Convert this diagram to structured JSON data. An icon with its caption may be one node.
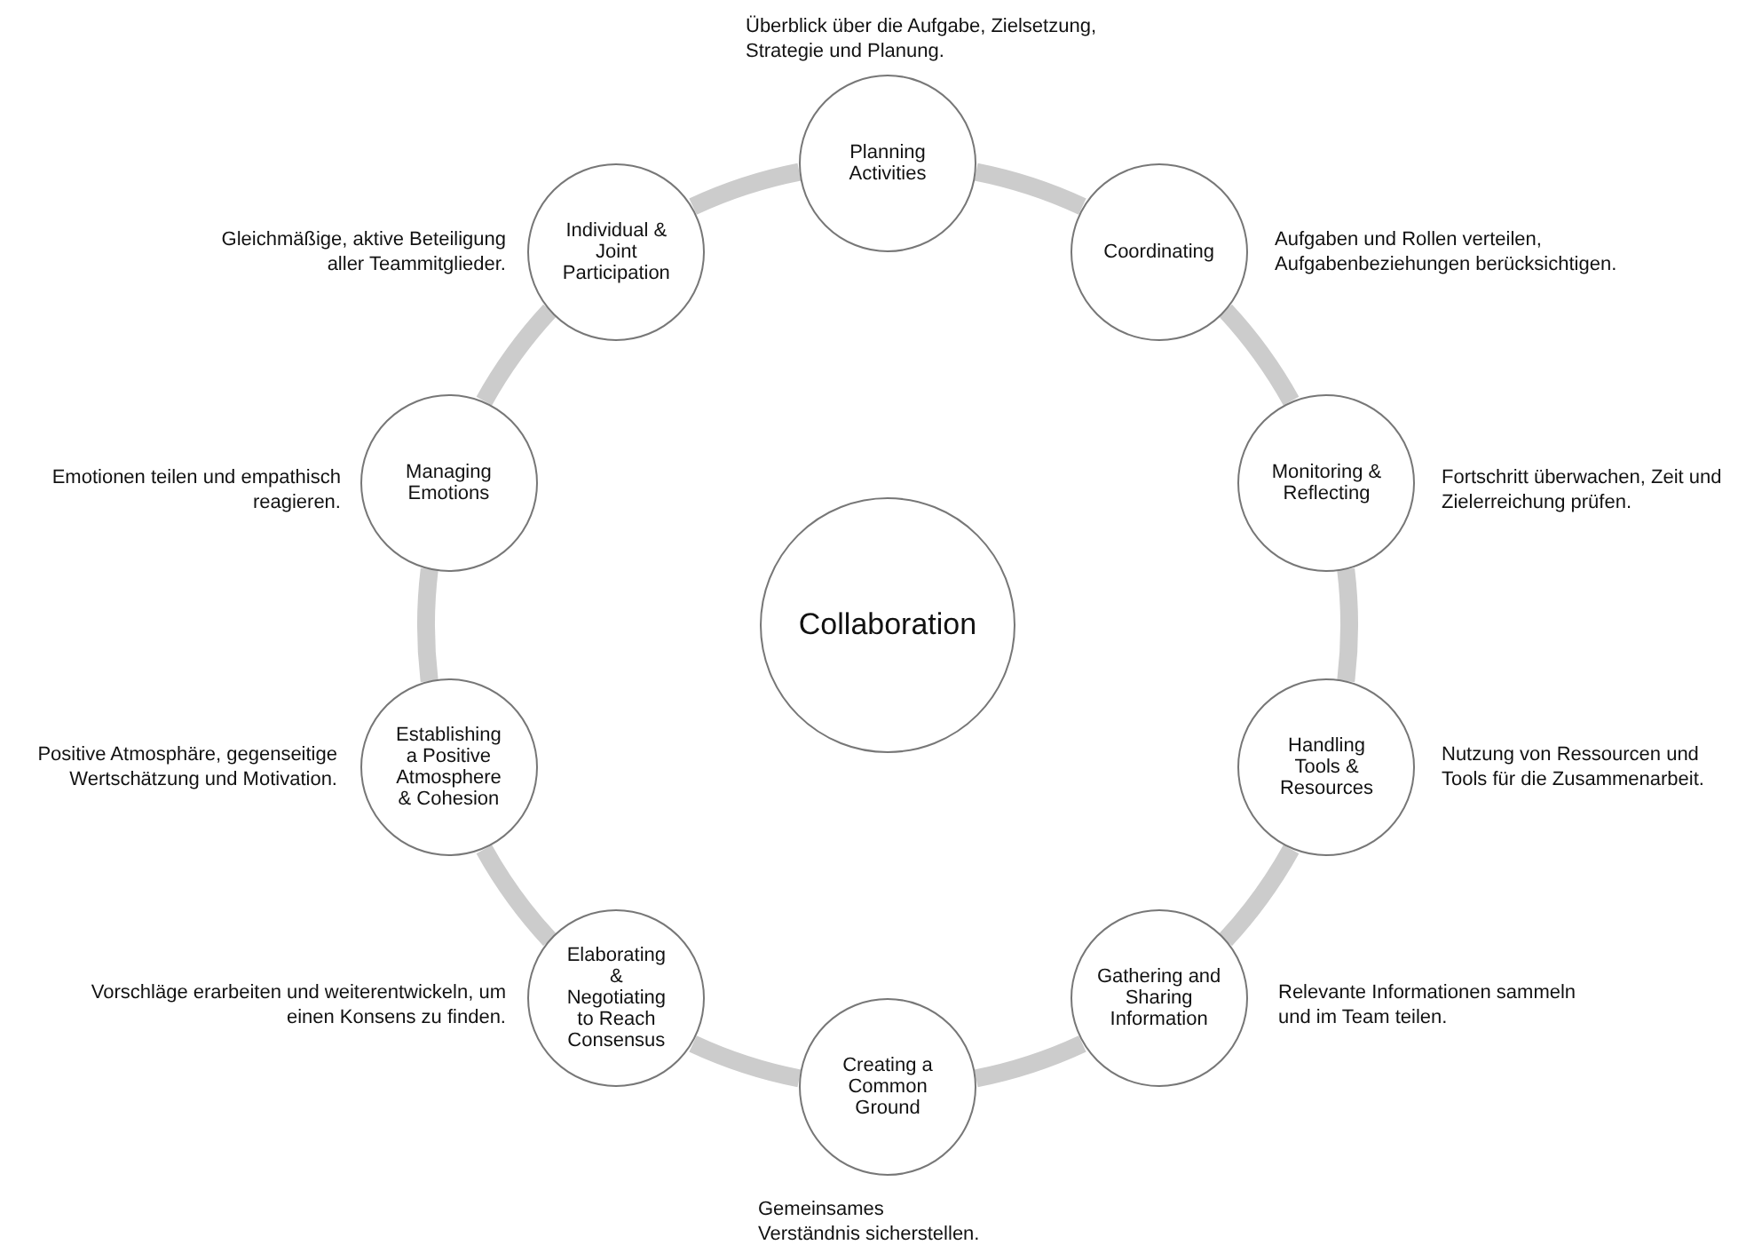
{
  "diagram": {
    "nodes": [
      {
        "text": [
          "Collaboration"
        ]
      },
      {
        "text": [
          "Planning Activities"
        ],
        "beside": [
          "Überblick über die Aufgabe, Zielsetzung, Strategie und Planung."
        ]
      },
      {
        "text": [
          "Coordinating"
        ],
        "beside": [
          "Aufgaben und Rollen verteilen, Aufgabenbeziehungen berücksichtigen."
        ]
      },
      {
        "text": [
          "Monitoring & Reflecting"
        ],
        "beside": [
          "Fortschritt überwachen, Zeit und Zielerreichung prüfen."
        ]
      },
      {
        "text": [
          "Handling Tools & Resources"
        ],
        "beside": [
          "Nutzung von Ressourcen und Tools für die Zusammenarbeit."
        ]
      },
      {
        "text": [
          "Gathering and Sharing Information"
        ],
        "beside": [
          "Relevante Informationen sammeln und im Team teilen."
        ]
      },
      {
        "text": [
          "Creating a Common Ground"
        ],
        "beside": [
          "Gemeinsames Verständnis sicherstellen."
        ]
      },
      {
        "text": [
          "Elaborating & Negotiating to Reach Consensus"
        ],
        "beside": [
          "Vorschläge erarbeiten und weiterentwickeln, um einen Konsens zu finden."
        ]
      },
      {
        "text": [
          "Establishing a Positive Atmosphere & Cohesion"
        ],
        "beside": [
          "Positive Atmosphäre, gegenseitige Wertschätzung und Motivation."
        ]
      },
      {
        "text": [
          "Managing Emotions"
        ],
        "beside": [
          "Emotionen teilen und empathisch reagieren."
        ]
      },
      {
        "text": [
          "Individual & Joint Participation"
        ],
        "beside": [
          "Gleichmäßige, aktive Beteiligung aller Teammitglieder."
        ]
      }
    ],
    "edges": [
      {
        "from": 1,
        "to": 2,
        "arrow": "none"
      },
      {
        "from": 2,
        "to": 3,
        "arrow": "none"
      },
      {
        "from": 3,
        "to": 4,
        "arrow": "none"
      },
      {
        "from": 4,
        "to": 5,
        "arrow": "none"
      },
      {
        "from": 5,
        "to": 6,
        "arrow": "none"
      },
      {
        "from": 6,
        "to": 7,
        "arrow": "none"
      },
      {
        "from": 7,
        "to": 8,
        "arrow": "none"
      },
      {
        "from": 8,
        "to": 9,
        "arrow": "none"
      },
      {
        "from": 9,
        "to": 10,
        "arrow": "none"
      },
      {
        "from": 10,
        "to": 1,
        "arrow": "none"
      }
    ]
  }
}
